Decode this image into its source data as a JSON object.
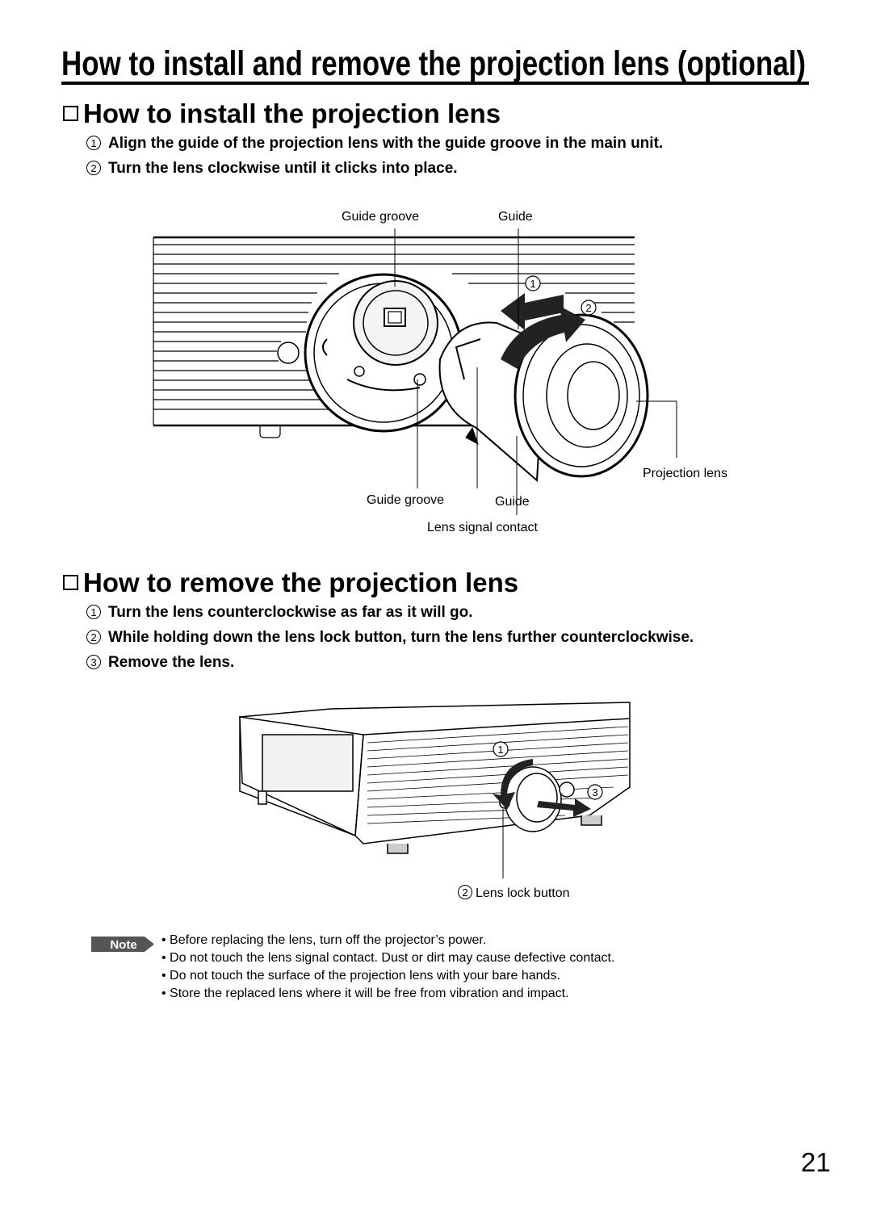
{
  "page_title": "How to install and remove the projection lens (optional)",
  "install": {
    "heading": "How to install the projection lens",
    "steps": [
      {
        "num": "1",
        "text": "Align the guide of the projection lens with the guide groove in the main unit."
      },
      {
        "num": "2",
        "text": "Turn the lens clockwise until it clicks into place."
      }
    ],
    "figure": {
      "label_guide_groove_top": "Guide groove",
      "label_guide_top": "Guide",
      "callout_1": "1",
      "callout_2": "2",
      "label_projection_lens": "Projection lens",
      "label_guide_groove_bottom": "Guide groove",
      "label_guide_bottom": "Guide",
      "label_lens_signal_contact": "Lens signal contact"
    }
  },
  "remove": {
    "heading": "How to remove the projection lens",
    "steps": [
      {
        "num": "1",
        "text": "Turn the lens counterclockwise as far as it will go."
      },
      {
        "num": "2",
        "text": "While holding down the lens lock button, turn the lens further counterclockwise."
      },
      {
        "num": "3",
        "text": "Remove the lens."
      }
    ],
    "figure": {
      "callout_1": "1",
      "callout_3": "3",
      "callout_2": "2",
      "label_lens_lock_button": "Lens lock button"
    }
  },
  "note": {
    "badge": "Note",
    "items": [
      "• Before replacing the lens, turn off the projector’s power.",
      "• Do not touch the lens signal contact. Dust or dirt may cause defective contact.",
      "• Do not touch the surface of the projection lens with your bare hands.",
      "• Store the replaced lens where it will be free from vibration and impact."
    ]
  },
  "page_number": "21"
}
